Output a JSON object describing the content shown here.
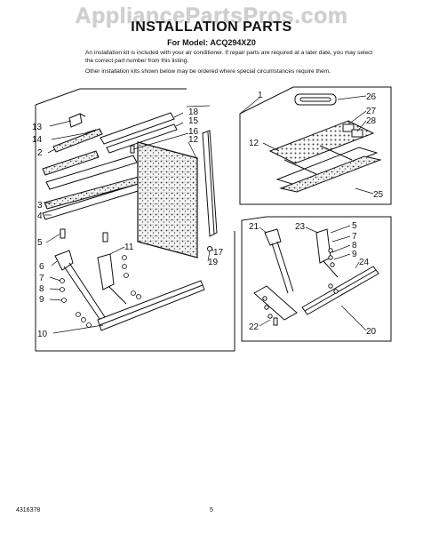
{
  "watermark": "AppliancePartsPros.com",
  "title": "INSTALLATION PARTS",
  "model_line": "For Model: ACQ294XZ0",
  "paragraph_1": "An installation kit is included with your air conditioner. If repair parts are required at a later date, you may select the correct part number from this listing.",
  "paragraph_2": "Other installation kits shown below may be ordered where special circumstances require them.",
  "footer": {
    "part_number": "4316378",
    "page": "5"
  },
  "callouts": {
    "c1": "1",
    "c2": "2",
    "c3": "3",
    "c4": "4",
    "c5": "5",
    "c6": "6",
    "c7": "7",
    "c8": "8",
    "c9": "9",
    "c10": "10",
    "c11": "11",
    "c12": "12",
    "c13": "13",
    "c14": "14",
    "c15": "15",
    "c16": "16",
    "c17": "17",
    "c18": "18",
    "c19": "19",
    "c20": "20",
    "c21": "21",
    "c22": "22",
    "c23": "23",
    "c24": "24",
    "c25": "25",
    "c26": "26",
    "c27": "27",
    "c28": "28"
  }
}
